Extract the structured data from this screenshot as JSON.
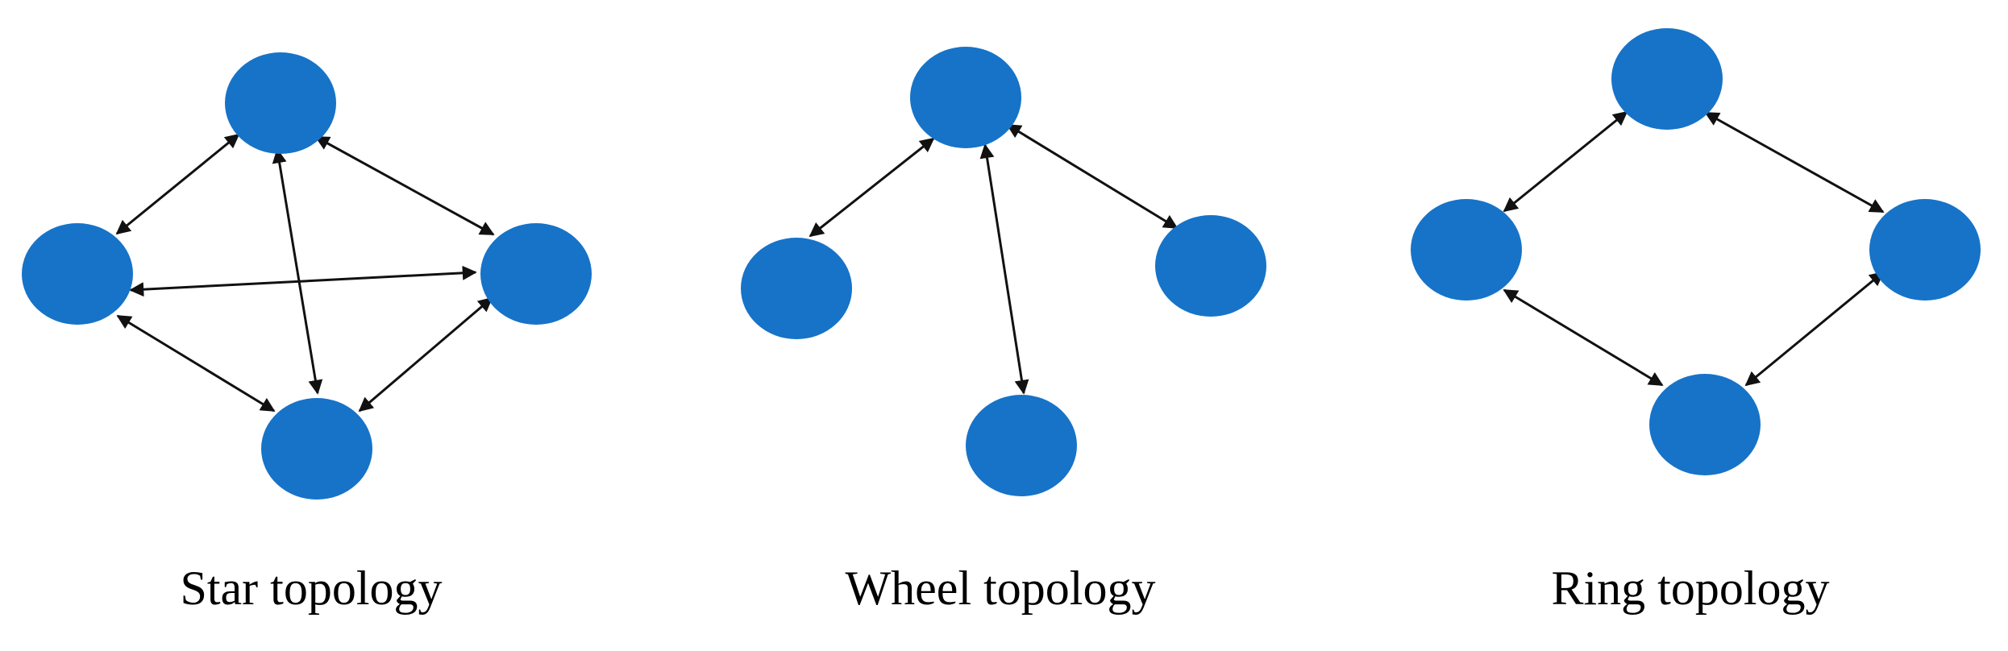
{
  "colors": {
    "node": "#1673c8",
    "edge": "#111111",
    "background": "#ffffff"
  },
  "diagrams": [
    {
      "caption": "Star topology",
      "node_count": 4,
      "edge_style": "bidirectional-arrow"
    },
    {
      "caption": "Wheel topology",
      "node_count": 4,
      "edge_style": "bidirectional-arrow"
    },
    {
      "caption": "Ring topology",
      "node_count": 4,
      "edge_style": "bidirectional-arrow"
    }
  ]
}
